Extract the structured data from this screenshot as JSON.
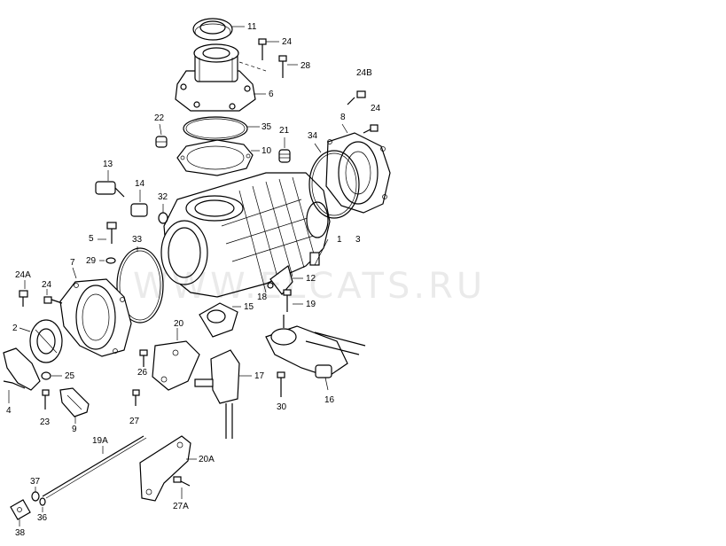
{
  "watermark": "WWW.ELCATS.RU",
  "callouts": {
    "c11": "11",
    "c24_top": "24",
    "c28": "28",
    "c6": "6",
    "c24b": "24B",
    "c24_right": "24",
    "c8": "8",
    "c22": "22",
    "c35": "35",
    "c10": "10",
    "c21": "21",
    "c34": "34",
    "c13": "13",
    "c14": "14",
    "c32": "32",
    "c5": "5",
    "c33": "33",
    "c3": "3",
    "c1": "1",
    "c29": "29",
    "c7": "7",
    "c24a": "24A",
    "c24_left": "24",
    "c12": "12",
    "c18": "18",
    "c19": "19",
    "c15": "15",
    "c20": "20",
    "c2": "2",
    "c25": "25",
    "c26": "26",
    "c17": "17",
    "c4": "4",
    "c23": "23",
    "c9": "9",
    "c27": "27",
    "c30": "30",
    "c16": "16",
    "c19a": "19A",
    "c20a": "20A",
    "c37": "37",
    "c36": "36",
    "c27a": "27A",
    "c38": "38"
  }
}
